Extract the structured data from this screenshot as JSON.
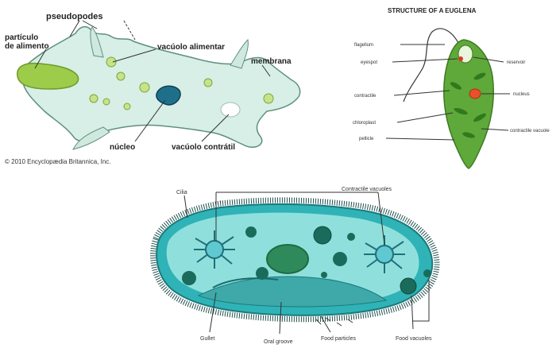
{
  "amoeba": {
    "labels": {
      "pseudopodes": "pseudopodes",
      "particle_line1": "partículo",
      "particle_line2": "de alimento",
      "food_vacuole": "vacúolo alimentar",
      "membrane": "membrana",
      "nucleus": "núcleo",
      "contractile_vacuole": "vacúolo contrátil"
    },
    "copyright": "© 2010 Encyclopædia Britannica, Inc."
  },
  "euglena": {
    "title": "STRUCTURE OF A EUGLENA",
    "labels": {
      "flagellum": "flagellum",
      "eyespot": "eyespot",
      "contractile": "contractile",
      "chloroplast": "chloroplast",
      "pellicle": "pellicle",
      "reservoir": "reservoir",
      "nucleus": "nucleus",
      "contractile_vacuole": "contractile vacuole"
    }
  },
  "paramecium": {
    "labels": {
      "cilia": "Cilia",
      "contractile_vacuoles": "Contractile vacuoles",
      "gullet": "Gullet",
      "oral_groove": "Oral groove",
      "food_particles": "Food particles",
      "food_vacuoles": "Food vacuoles"
    }
  },
  "colors": {
    "amoeba_body": "#d7efe6",
    "amoeba_outline": "#5f8f7f",
    "food_particle": "#9ccc4a",
    "amoeba_nucleus": "#1f6f8b",
    "euglena_body": "#5fa83a",
    "euglena_nucleus": "#e8502a",
    "paramecium_body": "#2fb3b7",
    "paramecium_inner": "#8fe0dc",
    "vacuole_dark": "#1b6b5c",
    "macronucleus": "#2e8a5a"
  }
}
